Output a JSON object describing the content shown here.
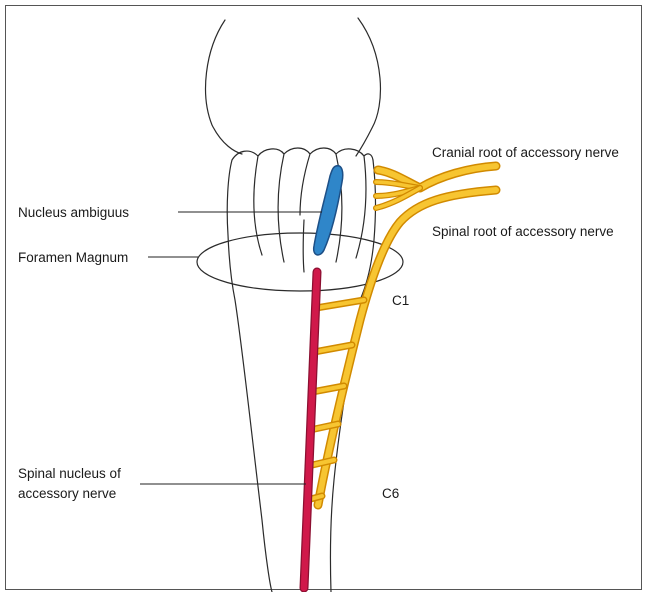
{
  "labels": {
    "cranial_root": "Cranial root of accessory nerve",
    "spinal_root": "Spinal root of accessory nerve",
    "nucleus_ambiguus": "Nucleus ambiguus",
    "foramen_magnum": "Foramen Magnum",
    "c1": "C1",
    "c6": "C6",
    "spinal_nucleus_line1": "Spinal nucleus of",
    "spinal_nucleus_line2": "accessory nerve"
  },
  "colors": {
    "nucleus_ambiguus": "#2f86c9",
    "spinal_nucleus": "#d0194a",
    "nerve_fill": "#f7c531",
    "nerve_edge": "#d18a00",
    "outline": "#2b2b2b"
  }
}
